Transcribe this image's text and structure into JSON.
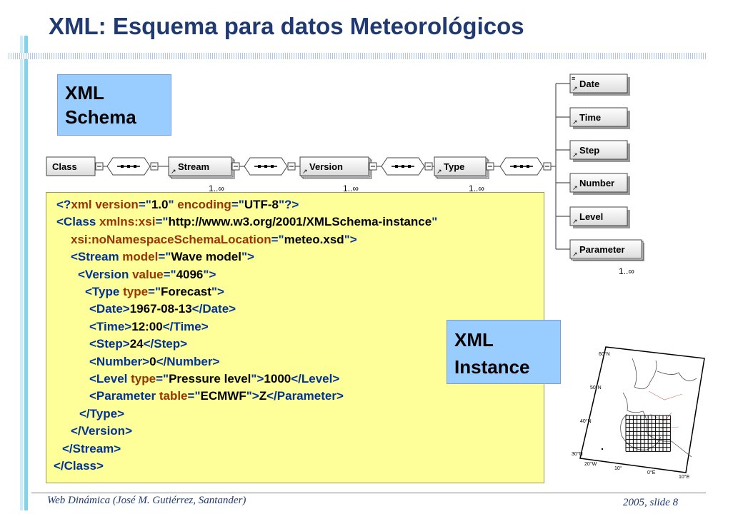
{
  "slide": {
    "title": "XML: Esquema para datos Meteorológicos",
    "footer_left": "Web Dinámica (José M. Gutiérrez, Santander)",
    "footer_right": "2005, slide 8"
  },
  "labels": {
    "schema": "XML\nSchema",
    "instance": "XML\nInstance"
  },
  "diagram": {
    "nodes": [
      "Class",
      "Stream",
      "Version",
      "Type"
    ],
    "children": [
      "Date",
      "Time",
      "Step",
      "Number",
      "Level",
      "Parameter"
    ],
    "multiplicity": "1..∞"
  },
  "code_lines": [
    {
      "parts": [
        {
          "k": "t",
          "s": "<?"
        },
        {
          "k": "a",
          "s": "xml version"
        },
        {
          "k": "t",
          "s": "=\""
        },
        {
          "k": "v",
          "s": "1.0"
        },
        {
          "k": "t",
          "s": "\" "
        },
        {
          "k": "a",
          "s": "encoding"
        },
        {
          "k": "t",
          "s": "=\""
        },
        {
          "k": "v",
          "s": "UTF-8"
        },
        {
          "k": "t",
          "s": "\"?>"
        }
      ]
    },
    {
      "parts": [
        {
          "k": "t",
          "s": "<Class "
        },
        {
          "k": "a",
          "s": "xmlns:xsi"
        },
        {
          "k": "t",
          "s": "=\""
        },
        {
          "k": "v",
          "s": "http://www.w3.org/2001/XMLSchema-instance"
        },
        {
          "k": "t",
          "s": "\""
        }
      ]
    },
    {
      "parts": [
        {
          "k": "a",
          "s": "xsi:noNamespaceSchemaLocation"
        },
        {
          "k": "t",
          "s": "=\""
        },
        {
          "k": "v",
          "s": "meteo.xsd"
        },
        {
          "k": "t",
          "s": "\">"
        }
      ]
    },
    {
      "parts": [
        {
          "k": "t",
          "s": "<Stream "
        },
        {
          "k": "a",
          "s": "model"
        },
        {
          "k": "t",
          "s": "=\""
        },
        {
          "k": "v",
          "s": "Wave model"
        },
        {
          "k": "t",
          "s": "\">"
        }
      ]
    },
    {
      "parts": [
        {
          "k": "t",
          "s": "<Version "
        },
        {
          "k": "a",
          "s": "value"
        },
        {
          "k": "t",
          "s": "=\""
        },
        {
          "k": "v",
          "s": "4096"
        },
        {
          "k": "t",
          "s": "\">"
        }
      ]
    },
    {
      "parts": [
        {
          "k": "t",
          "s": "<Type "
        },
        {
          "k": "a",
          "s": "type"
        },
        {
          "k": "t",
          "s": "=\""
        },
        {
          "k": "v",
          "s": "Forecast"
        },
        {
          "k": "t",
          "s": "\">"
        }
      ]
    },
    {
      "parts": [
        {
          "k": "t",
          "s": "<Date>"
        },
        {
          "k": "v",
          "s": "1967-08-13"
        },
        {
          "k": "t",
          "s": "</Date>"
        }
      ]
    },
    {
      "parts": [
        {
          "k": "t",
          "s": "<Time>"
        },
        {
          "k": "v",
          "s": "12:00"
        },
        {
          "k": "t",
          "s": "</Time>"
        }
      ]
    },
    {
      "parts": [
        {
          "k": "t",
          "s": "<Step>"
        },
        {
          "k": "v",
          "s": "24"
        },
        {
          "k": "t",
          "s": "</Step>"
        }
      ]
    },
    {
      "parts": [
        {
          "k": "t",
          "s": "<Number>"
        },
        {
          "k": "v",
          "s": "0"
        },
        {
          "k": "t",
          "s": "</Number>"
        }
      ]
    },
    {
      "parts": [
        {
          "k": "t",
          "s": "<Level "
        },
        {
          "k": "a",
          "s": "type"
        },
        {
          "k": "t",
          "s": "=\""
        },
        {
          "k": "v",
          "s": "Pressure level"
        },
        {
          "k": "t",
          "s": "\">"
        },
        {
          "k": "v",
          "s": "1000"
        },
        {
          "k": "t",
          "s": "</Level>"
        }
      ]
    },
    {
      "parts": [
        {
          "k": "t",
          "s": "<Parameter "
        },
        {
          "k": "a",
          "s": "table"
        },
        {
          "k": "t",
          "s": "=\""
        },
        {
          "k": "v",
          "s": "ECMWF"
        },
        {
          "k": "t",
          "s": "\">"
        },
        {
          "k": "v",
          "s": "Z"
        },
        {
          "k": "t",
          "s": "</Parameter>"
        }
      ]
    },
    {
      "parts": [
        {
          "k": "t",
          "s": "</Type>"
        }
      ]
    },
    {
      "parts": [
        {
          "k": "t",
          "s": "</Version>"
        }
      ]
    },
    {
      "parts": [
        {
          "k": "t",
          "s": "</Stream>"
        }
      ]
    },
    {
      "parts": [
        {
          "k": "t",
          "s": "</Class>"
        }
      ]
    }
  ],
  "map": {
    "lat_labels": [
      "60°N",
      "50°N",
      "40°N",
      "30°N"
    ],
    "lon_labels": [
      "20°W",
      "10°",
      "0°E",
      "10°E"
    ]
  },
  "colors": {
    "title": "#1f3a73",
    "tag": "#003399",
    "attr": "#993300",
    "code_bg": "#ffff99",
    "label_bg": "#99ccff"
  }
}
